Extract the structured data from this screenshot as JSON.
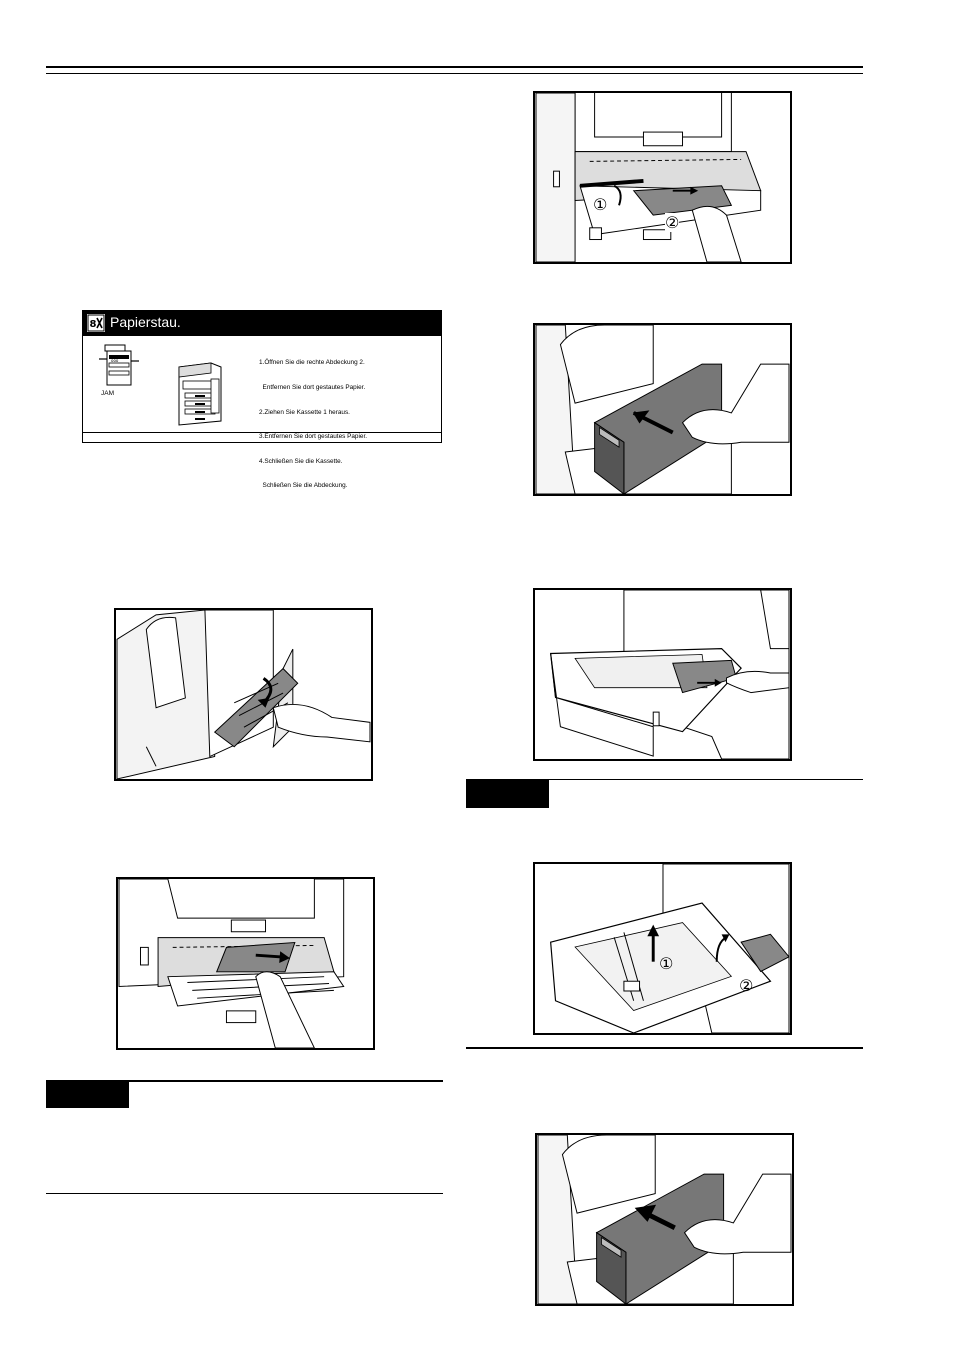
{
  "panel": {
    "title": "Papierstau.",
    "jam_label": "JAM",
    "steps": [
      "1.Öffnen Sie die rechte Abdeckung 2.",
      "  Entfernen Sie dort gestautes Papier.",
      "2.Ziehen Sie Kassette 1 heraus.",
      "3.Entfernen Sie dort gestautes Papier.",
      "4.Schließen Sie die Kassette.",
      "  Schließen Sie die Abdeckung."
    ]
  },
  "figures": {
    "callout_1": "①",
    "callout_2": "②"
  }
}
